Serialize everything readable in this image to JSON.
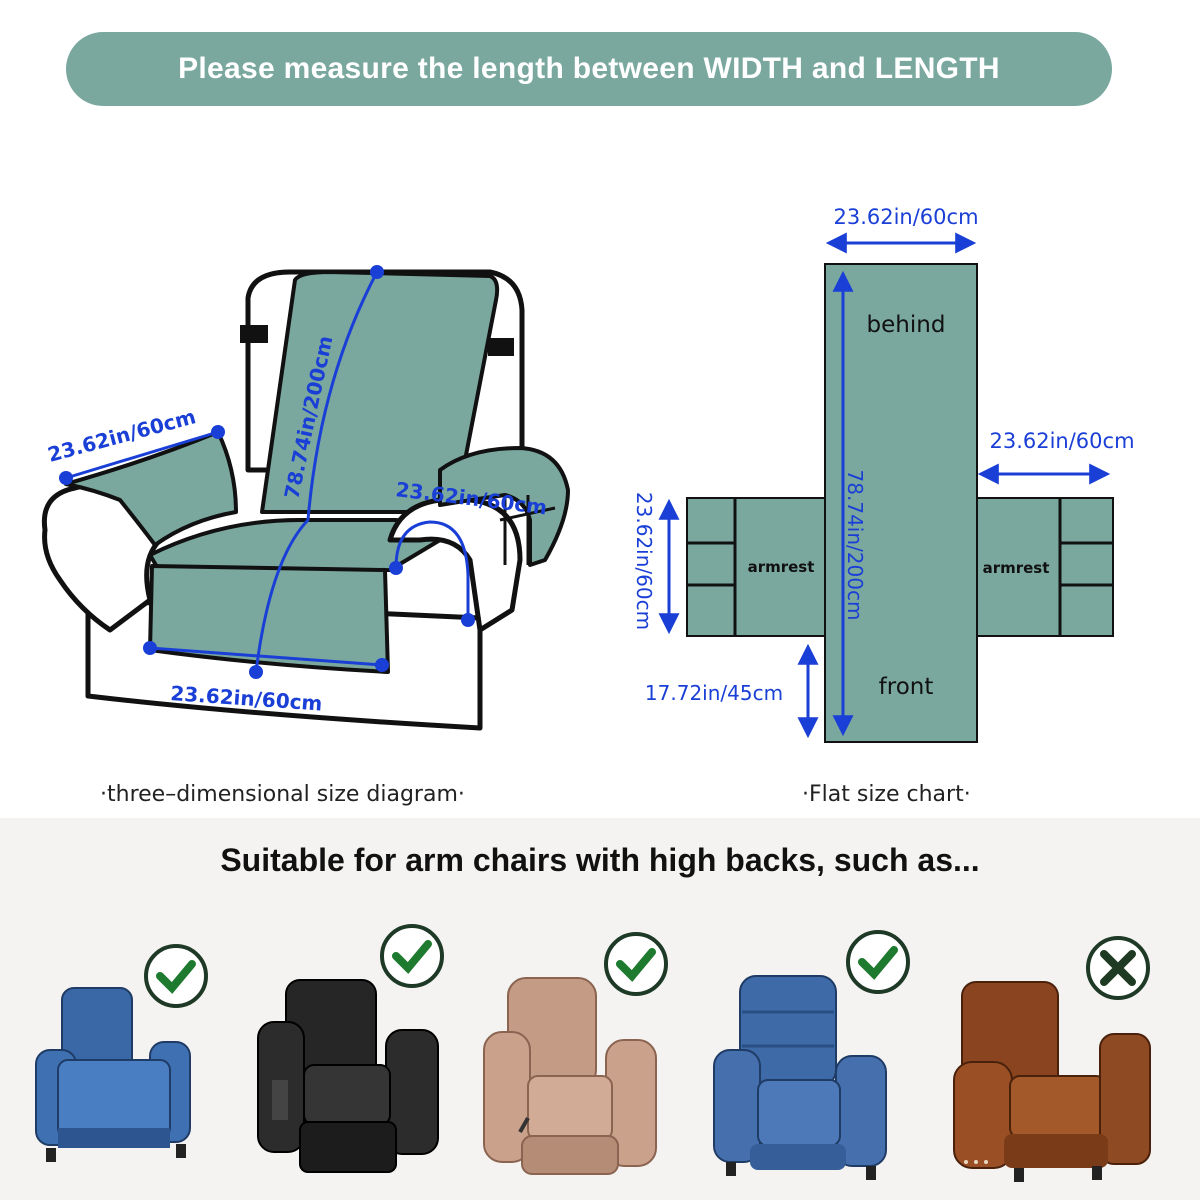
{
  "banner": {
    "text": "Please measure the length between WIDTH and LENGTH"
  },
  "three_d": {
    "caption": "·three–dimensional size diagram·",
    "arm_width": "23.62in/60cm",
    "back_length": "78.74in/200cm",
    "arm_length": "23.62in/60cm",
    "seat_width": "23.62in/60cm"
  },
  "flat": {
    "caption": "·Flat size chart·",
    "top_width": "23.62in/60cm",
    "behind_label": "behind",
    "front_label": "front",
    "length": "78.74in/200cm",
    "arm_width": "23.62in/60cm",
    "arm_height": "23.62in/60cm",
    "left_arm_label": "armrest",
    "right_arm_label": "armrest",
    "front_depth": "17.72in/45cm"
  },
  "suitable": {
    "text": "Suitable for arm chairs with high backs, such as..."
  },
  "chairs": [
    {
      "type": "blue recliner",
      "suitable": true
    },
    {
      "type": "black leather recliner",
      "suitable": true
    },
    {
      "type": "tan recliner",
      "suitable": true
    },
    {
      "type": "blue tufted recliner",
      "suitable": true
    },
    {
      "type": "brown leather armless chair",
      "suitable": false
    }
  ],
  "colors": {
    "teal": "#7aa89f",
    "measure_blue": "#1a3fd6",
    "check_green": "#1e7a2e",
    "cross_dark": "#1f3a22"
  }
}
